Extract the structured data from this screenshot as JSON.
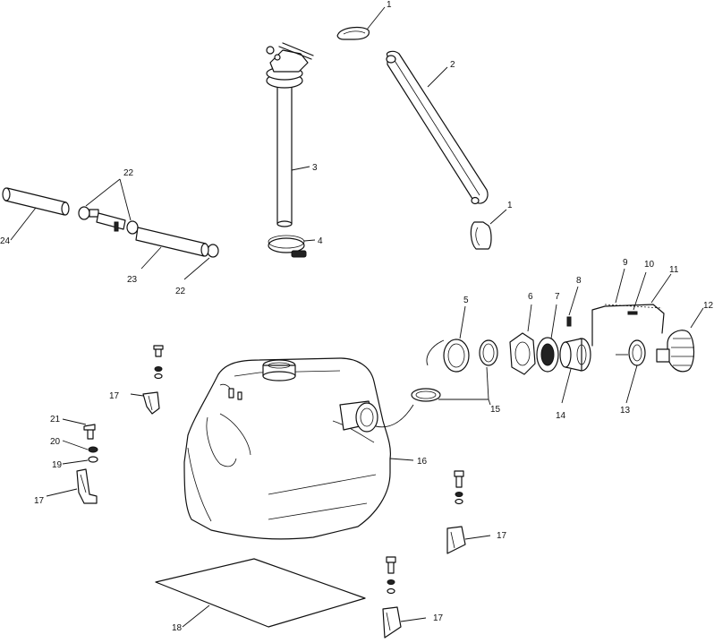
{
  "callouts": {
    "c1a": "1",
    "c1b": "1",
    "c2": "2",
    "c3": "3",
    "c4": "4",
    "c5": "5",
    "c6": "6",
    "c7": "7",
    "c8": "8",
    "c9": "9",
    "c10": "10",
    "c11": "11",
    "c12": "12",
    "c13": "13",
    "c14": "14",
    "c15": "15",
    "c16": "16",
    "c17a": "17",
    "c17b": "17",
    "c17c": "17",
    "c17d": "17",
    "c18": "18",
    "c19": "19",
    "c20": "20",
    "c21": "21",
    "c22a": "22",
    "c22b": "22",
    "c23": "23",
    "c24": "24"
  }
}
